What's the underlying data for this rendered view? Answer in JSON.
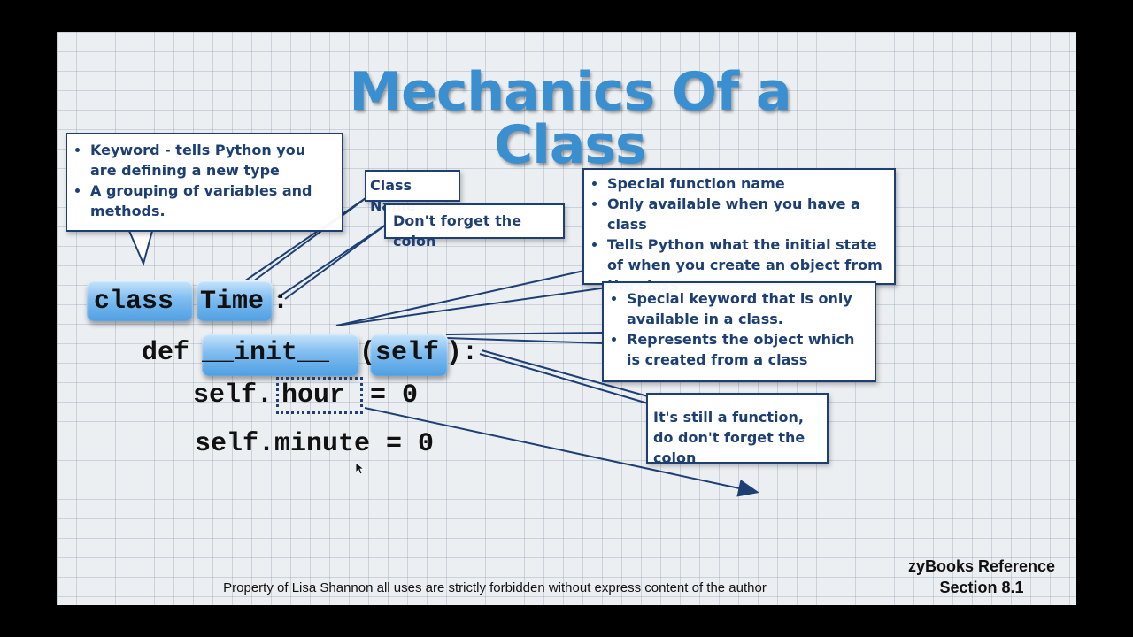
{
  "slide": {
    "title": "Mechanics Of a Class",
    "callouts": {
      "keyword": [
        "Keyword - tells Python you are defining a new type",
        "A grouping of variables and methods."
      ],
      "class_name": "Class Name",
      "colon": "Don't forget the colon",
      "special_func": [
        "Special function name",
        "Only available when you have a class",
        "Tells Python what the initial state of when you create an object from the class"
      ],
      "self_kw": [
        "Special keyword that is only available in a class.",
        "Represents the object which is created from a class"
      ],
      "func_colon": "It's still a function, do don't forget the colon"
    },
    "code": {
      "class_kw": "class",
      "class_name": "Time",
      "colon1": ":",
      "def_kw": "def",
      "init": "__init__",
      "paren_open": "(",
      "self_param": "self",
      "paren_close": "):",
      "line3_prefix": "self.",
      "hour": "hour",
      "line3_suffix": " = 0",
      "line4": "self.minute = 0"
    },
    "footer": "Property of Lisa Shannon all uses are strictly forbidden without express content of the author",
    "reference": [
      "zyBooks Reference",
      "Section 8.1"
    ]
  },
  "colors": {
    "title": "#3a8fd1",
    "callout_text": "#1d3f73",
    "highlight": "#6fb3ee"
  }
}
